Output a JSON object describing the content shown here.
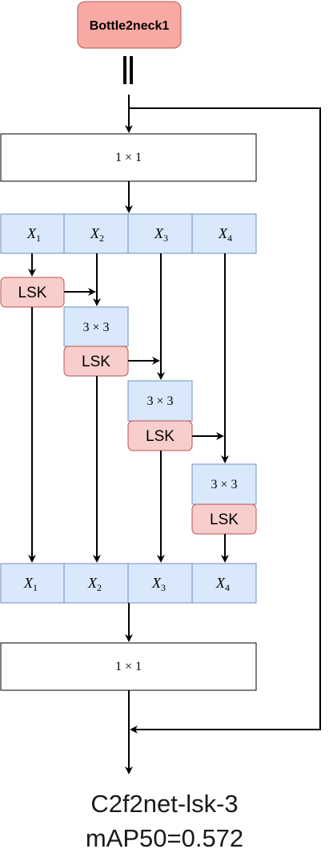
{
  "title_block": {
    "label": "Bottle2neck1"
  },
  "conv_top": {
    "label": "1 × 1"
  },
  "conv_bottom": {
    "label": "1 × 1"
  },
  "split_top": [
    {
      "main": "X",
      "sub": "1"
    },
    {
      "main": "X",
      "sub": "2"
    },
    {
      "main": "X",
      "sub": "3"
    },
    {
      "main": "X",
      "sub": "4"
    }
  ],
  "split_bottom": [
    {
      "main": "X",
      "sub": "1"
    },
    {
      "main": "X",
      "sub": "2"
    },
    {
      "main": "X",
      "sub": "3"
    },
    {
      "main": "X",
      "sub": "4"
    }
  ],
  "conv3": [
    {
      "label": "3 × 3"
    },
    {
      "label": "3 × 3"
    },
    {
      "label": "3 × 3"
    }
  ],
  "lsk": [
    {
      "label": "LSK"
    },
    {
      "label": "LSK"
    },
    {
      "label": "LSK"
    },
    {
      "label": "LSK"
    }
  ],
  "caption": {
    "line1": "C2f2net-lsk-3",
    "line2": "mAP50=0.572"
  },
  "colors": {
    "blue_fill": "#dae8fc",
    "blue_stroke": "#6c8ebf",
    "red_fill": "#f8cecc",
    "red_stroke": "#b85450",
    "title_fill": "#f8a9a4"
  }
}
